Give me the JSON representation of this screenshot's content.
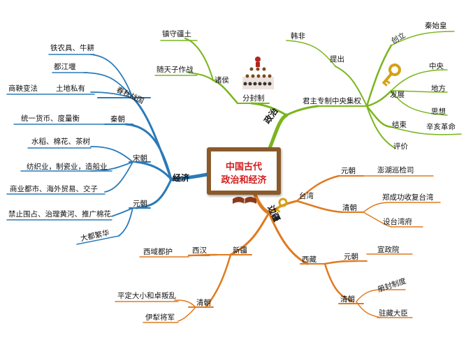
{
  "center": {
    "line1": "中国古代",
    "line2": "政治和经济"
  },
  "colors": {
    "politics": "#7ab51d",
    "economy": "#2a7ab8",
    "frontier": "#e07a1f",
    "center_frame": "#8a5a2b",
    "center_text": "#d21c1c"
  },
  "branches": {
    "politics": {
      "label": "政治",
      "fenfeng": {
        "label": "分封制",
        "zhuhou": "诸侯",
        "items": [
          "镇守疆土",
          "随天子作战"
        ]
      },
      "centralization": {
        "label": "君主专制中央集权",
        "founding": {
          "label": "创立",
          "person": "秦始皇"
        },
        "proposal": {
          "label": "提出",
          "person": "韩非"
        },
        "development": {
          "label": "发展",
          "items": [
            "中央",
            "地方",
            "思想"
          ]
        },
        "end": {
          "label": "结束",
          "event": "辛亥革命"
        },
        "evaluation": "评价"
      }
    },
    "economy": {
      "label": "经济",
      "chunqiu": {
        "label": "春秋战国",
        "items": [
          "铁农具、牛耕",
          "都江堰",
          "土地私有"
        ],
        "reform": "商鞅变法"
      },
      "qin": {
        "label": "秦朝",
        "item": "统一货币、度量衡"
      },
      "song": {
        "label": "宋朝",
        "items": [
          "水稻、棉花、茶树",
          "纺织业，制瓷业，造船业",
          "商业都市、海外贸易、交子"
        ]
      },
      "yuan": {
        "label": "元朝",
        "items": [
          "禁止围占、治理黄河、推广棉花",
          "大都繁华"
        ]
      }
    },
    "frontier": {
      "label": "边疆",
      "taiwan": {
        "label": "台湾",
        "yuan": {
          "label": "元朝",
          "item": "澎湖巡检司"
        },
        "qing": {
          "label": "清朝",
          "items": [
            "郑成功收复台湾",
            "设台湾府"
          ]
        }
      },
      "xinjiang": {
        "label": "新疆",
        "xihan": {
          "label": "西汉",
          "item": "西域都护"
        },
        "qing": {
          "label": "清朝",
          "items": [
            "平定大小和卓叛乱",
            "伊犁将军"
          ]
        }
      },
      "tibet": {
        "label": "西藏",
        "yuan": {
          "label": "元朝",
          "item": "宣政院"
        },
        "qing": {
          "label": "清朝",
          "items": [
            "册封制度",
            "驻藏大臣"
          ]
        }
      }
    }
  }
}
